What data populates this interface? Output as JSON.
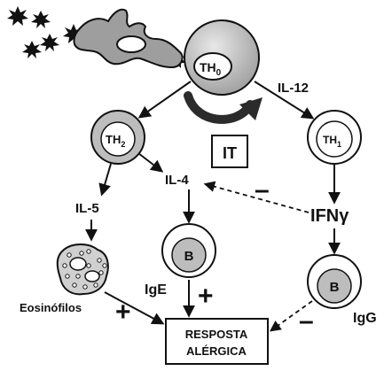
{
  "labels": {
    "th0": "TH",
    "th0_sub": "0",
    "th2": "TH",
    "th2_sub": "2",
    "th1": "TH",
    "th1_sub": "1",
    "il12": "IL-12",
    "it": "IT",
    "il4": "IL-4",
    "il5": "IL-5",
    "ifn_gamma": "IFNγ",
    "b_cell_ige": "B",
    "b_cell_igg": "B",
    "ige": "IgE",
    "igg": "IgG",
    "eosinophils": "Eosinófilos",
    "plus_eosin": "+",
    "plus_ige": "+",
    "minus_il4": "–",
    "minus_igg": "–",
    "response_line1": "RESPOSTA",
    "response_line2": "ALÉRGICA"
  },
  "colors": {
    "stroke": "#111111",
    "cell_gray": "#bdbdbd",
    "cell_light": "#e6e6e6",
    "nucleus_fill": "#ffffff",
    "antigen": "#111111"
  },
  "icons": {
    "antigen": "starburst-icon",
    "apc": "dendritic-cell-icon",
    "eosinophil": "granulocyte-icon"
  }
}
